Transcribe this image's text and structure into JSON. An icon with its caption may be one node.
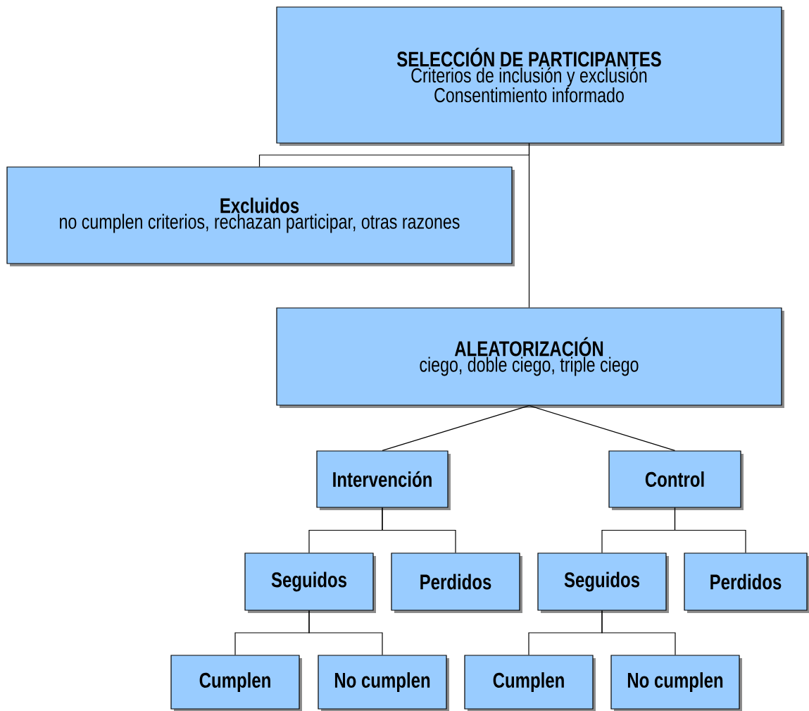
{
  "diagram": {
    "nodes": [
      {
        "text": [
          "SELECCIÓN DE PARTICIPANTES",
          "Criterios de inclusión y exclusión",
          "Consentimiento informado"
        ]
      },
      {
        "text": [
          "Excluidos",
          "no cumplen criterios, rechazan participar, otras razones"
        ]
      },
      {
        "text": [
          "ALEATORIZACIÓN",
          "ciego, doble ciego, triple ciego"
        ]
      },
      {
        "text": [
          "Intervención"
        ]
      },
      {
        "text": [
          "Control"
        ]
      },
      {
        "text": [
          "Seguidos"
        ]
      },
      {
        "text": [
          "Perdidos"
        ]
      },
      {
        "text": [
          "Seguidos"
        ]
      },
      {
        "text": [
          "Perdidos"
        ]
      },
      {
        "text": [
          "Cumplen"
        ]
      },
      {
        "text": [
          "No cumplen"
        ]
      },
      {
        "text": [
          "Cumplen"
        ]
      },
      {
        "text": [
          "No cumplen"
        ]
      }
    ],
    "edges": [
      {
        "from": 0,
        "to": 1,
        "arrow": "none"
      },
      {
        "from": 0,
        "to": 2,
        "arrow": "none"
      },
      {
        "from": 2,
        "to": 3,
        "arrow": "none"
      },
      {
        "from": 2,
        "to": 4,
        "arrow": "none"
      },
      {
        "from": 3,
        "to": 5,
        "arrow": "none"
      },
      {
        "from": 3,
        "to": 6,
        "arrow": "none"
      },
      {
        "from": 4,
        "to": 7,
        "arrow": "none"
      },
      {
        "from": 4,
        "to": 8,
        "arrow": "none"
      },
      {
        "from": 5,
        "to": 9,
        "arrow": "none"
      },
      {
        "from": 5,
        "to": 10,
        "arrow": "none"
      },
      {
        "from": 7,
        "to": 11,
        "arrow": "none"
      },
      {
        "from": 7,
        "to": 12,
        "arrow": "none"
      }
    ]
  }
}
